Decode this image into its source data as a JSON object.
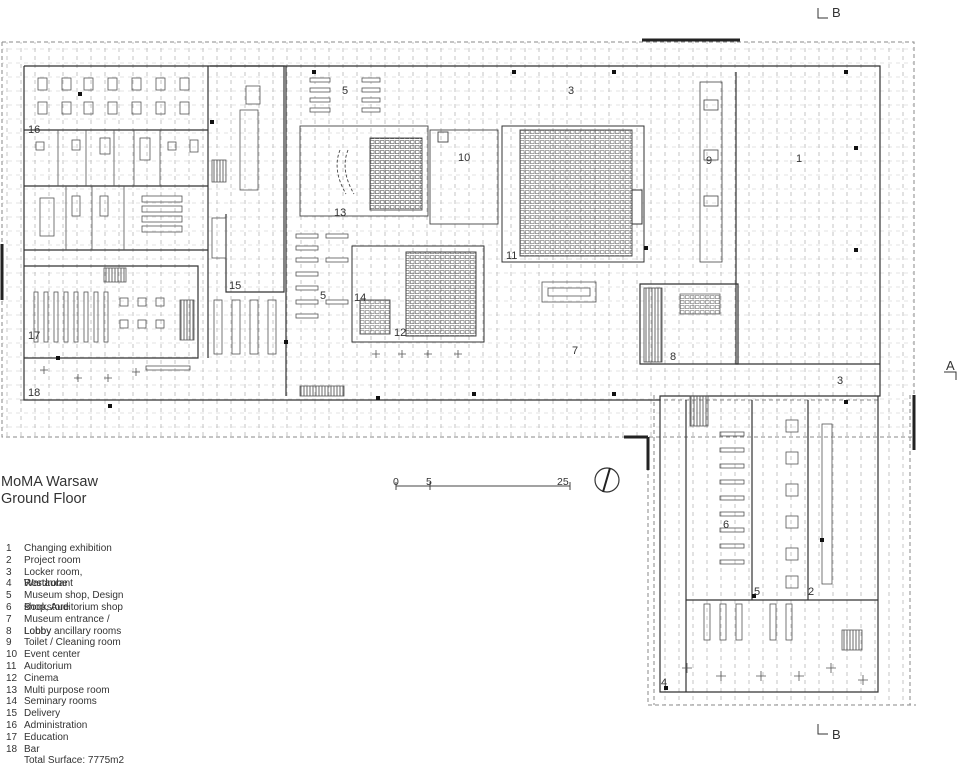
{
  "title": {
    "line1": "MoMA Warsaw",
    "line2": "Ground Floor"
  },
  "legend": [
    {
      "num": "1",
      "label": "Changing exhibition"
    },
    {
      "num": "2",
      "label": "Project room"
    },
    {
      "num": "3",
      "label": "Locker room, Wardrobe"
    },
    {
      "num": "4",
      "label": "Restaurant"
    },
    {
      "num": "5",
      "label": "Museum shop, Design shop, Auditorium shop"
    },
    {
      "num": "6",
      "label": "Bookstore"
    },
    {
      "num": "7",
      "label": "Museum entrance / Lobby"
    },
    {
      "num": "8",
      "label": "Lobby ancillary rooms"
    },
    {
      "num": "9",
      "label": "Toilet / Cleaning room"
    },
    {
      "num": "10",
      "label": "Event center"
    },
    {
      "num": "11",
      "label": "Auditorium"
    },
    {
      "num": "12",
      "label": "Cinema"
    },
    {
      "num": "13",
      "label": "Multi purpose room"
    },
    {
      "num": "14",
      "label": "Seminary rooms"
    },
    {
      "num": "15",
      "label": "Delivery"
    },
    {
      "num": "16",
      "label": "Administration"
    },
    {
      "num": "17",
      "label": "Education"
    },
    {
      "num": "18",
      "label": "Bar"
    }
  ],
  "total_surface": "Total Surface: 7775m2",
  "scale_bar": {
    "labels": [
      "0",
      "5",
      "25"
    ]
  },
  "section_marks": {
    "b_top": "B",
    "b_bottom": "B",
    "a": "A"
  },
  "room_numbers": [
    "1",
    "2",
    "3",
    "3",
    "4",
    "5",
    "5",
    "5",
    "6",
    "7",
    "8",
    "9",
    "10",
    "11",
    "12",
    "13",
    "14",
    "15",
    "16",
    "17",
    "18"
  ],
  "colors": {
    "line": "#333333",
    "dash": "#9a9a9a",
    "text": "#333333"
  }
}
